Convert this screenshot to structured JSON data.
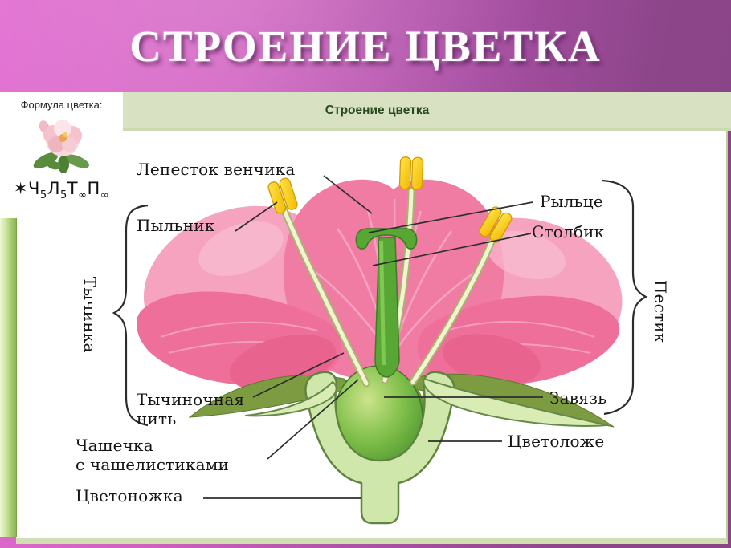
{
  "slide": {
    "title": "СТРОЕНИЕ ЦВЕТКА"
  },
  "formula_panel": {
    "label": "Формула цветка:",
    "formula": {
      "prefix": "✶",
      "segments": [
        {
          "base": "Ч",
          "sub": "5"
        },
        {
          "base": "Л",
          "sub": "5"
        },
        {
          "base": "Т",
          "sub": "∞"
        },
        {
          "base": "П",
          "sub": "∞"
        }
      ]
    }
  },
  "diagram": {
    "header": "Строение цветка",
    "labels": {
      "petal": "Лепесток венчика",
      "anther": "Пыльник",
      "stigma": "Рыльце",
      "style": "Столбик",
      "stamen": "Тычинка",
      "pistil": "Пестик",
      "filament": "Тычиночная\nнить",
      "calyx": "Чашечка\nс чашелистиками",
      "pedicel": "Цветоножка",
      "ovary": "Завязь",
      "receptacle": "Цветоложе"
    },
    "colors": {
      "slide_purple_left": "#d960c6",
      "slide_purple_right": "#8a4487",
      "title_text": "#fdfcfe",
      "header_bar_green": "#d9e1c3",
      "header_text_green": "#274a1c",
      "petal_pink": "#f07ba3",
      "ovary_green": "#63ab35",
      "receptacle_pale_green": "#d0e7ab",
      "anther_yellow": "#ffd818",
      "label_text": "#151515"
    }
  }
}
